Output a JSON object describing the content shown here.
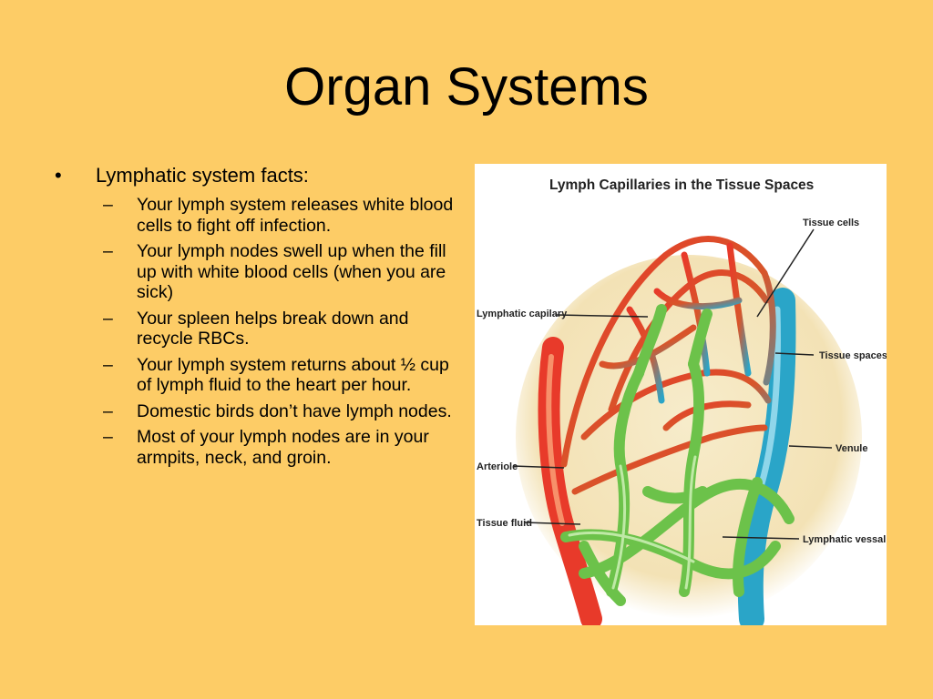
{
  "slide": {
    "title": "Organ Systems"
  },
  "bullets": [
    {
      "text": "Lymphatic system facts:",
      "sub": [
        "Your lymph system releases white blood cells to fight off infection.",
        "Your lymph nodes swell up when the fill up with white blood cells (when you are sick)",
        "Your spleen helps break down and recycle RBCs.",
        "Your lymph system returns about ½ cup of lymph fluid to the heart per hour.",
        "Domestic birds don’t have lymph nodes.",
        "Most of your lymph nodes are in your armpits, neck, and groin."
      ]
    }
  ],
  "diagram": {
    "title": "Lymph Capillaries in the Tissue Spaces",
    "labels": {
      "tissue_cells": "Tissue cells",
      "lymphatic_capillary": "Lymphatic capilary",
      "tissue_spaces": "Tissue spaces",
      "arteriole": "Arteriole",
      "venule": "Venule",
      "tissue_fluid": "Tissue fluid",
      "lymphatic_vessel": "Lymphatic vessal"
    }
  },
  "colors": {
    "background": "#fdcc66",
    "arteriole": "#e83a2a",
    "venule": "#2aa5c8",
    "lymph": "#6cc24a",
    "tissue": "#f6ebc8"
  },
  "icons": {
    "bullet": "•",
    "dash": "–"
  }
}
